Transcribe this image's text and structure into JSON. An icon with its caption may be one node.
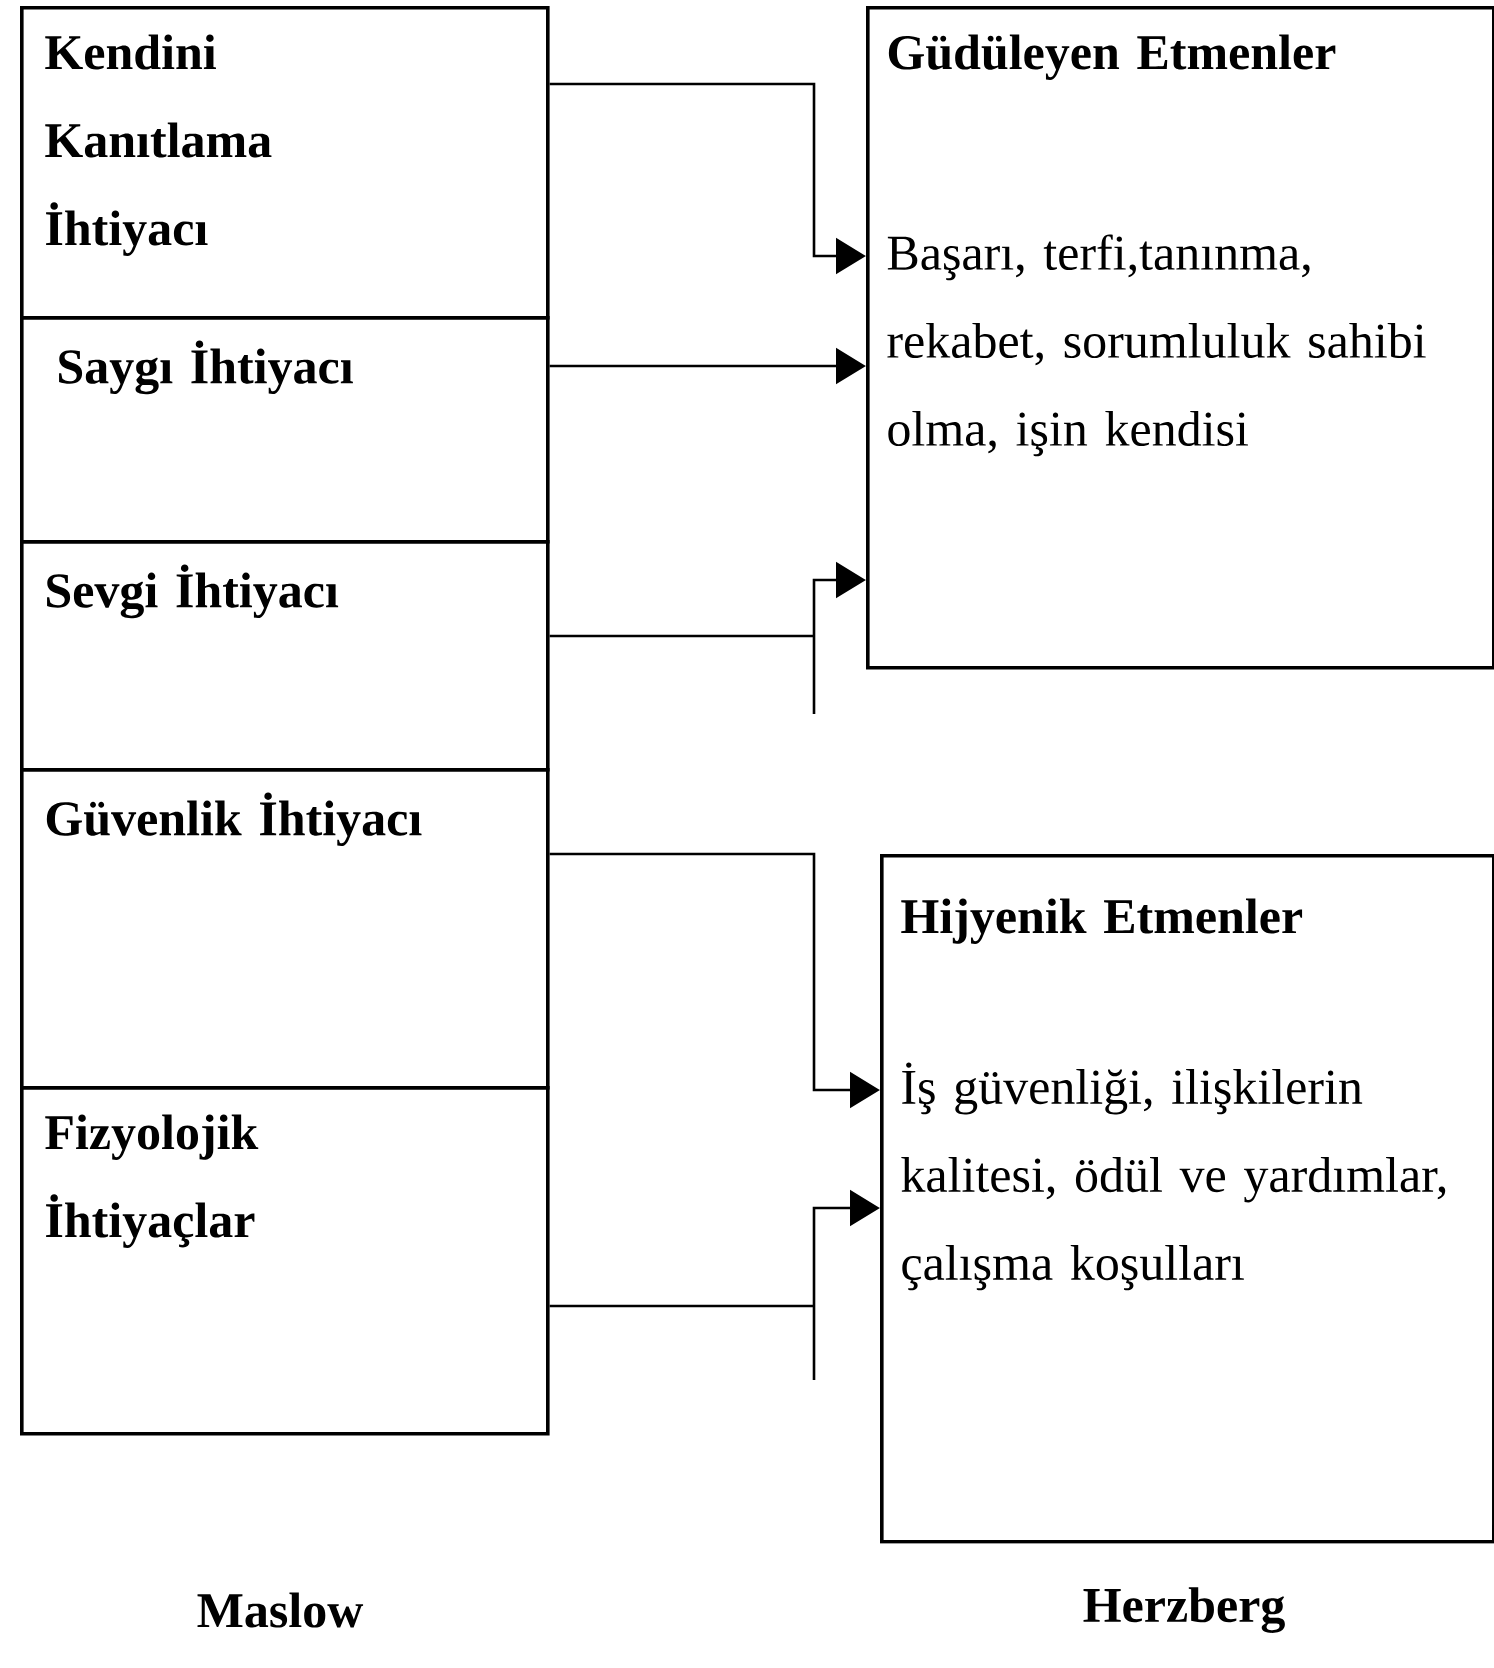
{
  "diagram": {
    "nodes": [
      {
        "text": [
          "Kendini Kanıtlama İhtiyacı"
        ]
      },
      {
        "text": [
          "Saygı İhtiyacı"
        ]
      },
      {
        "text": [
          "Sevgi İhtiyacı"
        ]
      },
      {
        "text": [
          "Güvenlik İhtiyacı"
        ]
      },
      {
        "text": [
          "Fizyolojik İhtiyaçlar"
        ]
      },
      {
        "text": [
          "Güdüleyen Etmenler",
          "Başarı, terfi,tanınma, rekabet, sorumluluk sahibi olma, işin kendisi"
        ]
      },
      {
        "text": [
          "Hijyenik Etmenler",
          "İş güvenliği, ilişkilerin kalitesi, ödül ve yardımlar, çalışma koşulları"
        ]
      }
    ],
    "edges": [
      {
        "from": 0,
        "to": 5,
        "arrow": "to"
      },
      {
        "from": 1,
        "to": 5,
        "arrow": "to"
      },
      {
        "from": 2,
        "to": 5,
        "arrow": "to"
      },
      {
        "from": 3,
        "to": 6,
        "arrow": "to"
      },
      {
        "from": 4,
        "to": 6,
        "arrow": "to"
      }
    ],
    "labels": [
      "Maslow",
      "Herzberg"
    ]
  }
}
